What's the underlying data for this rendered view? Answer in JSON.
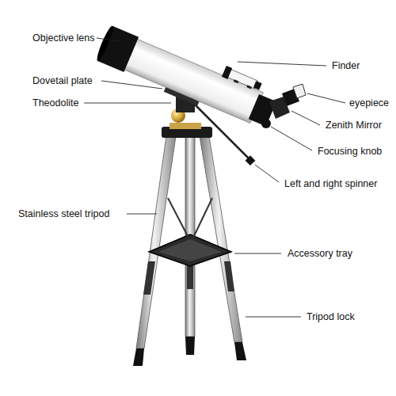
{
  "diagram": {
    "labels": [
      "Objective lens",
      "Finder",
      "Dovetail plate",
      "eyepiece",
      "Theodolite",
      "Zenith Mirror",
      "Focusing knob",
      "Left and right spinner",
      "Stainless steel tripod",
      "Accessory tray",
      "Tripod lock"
    ]
  }
}
